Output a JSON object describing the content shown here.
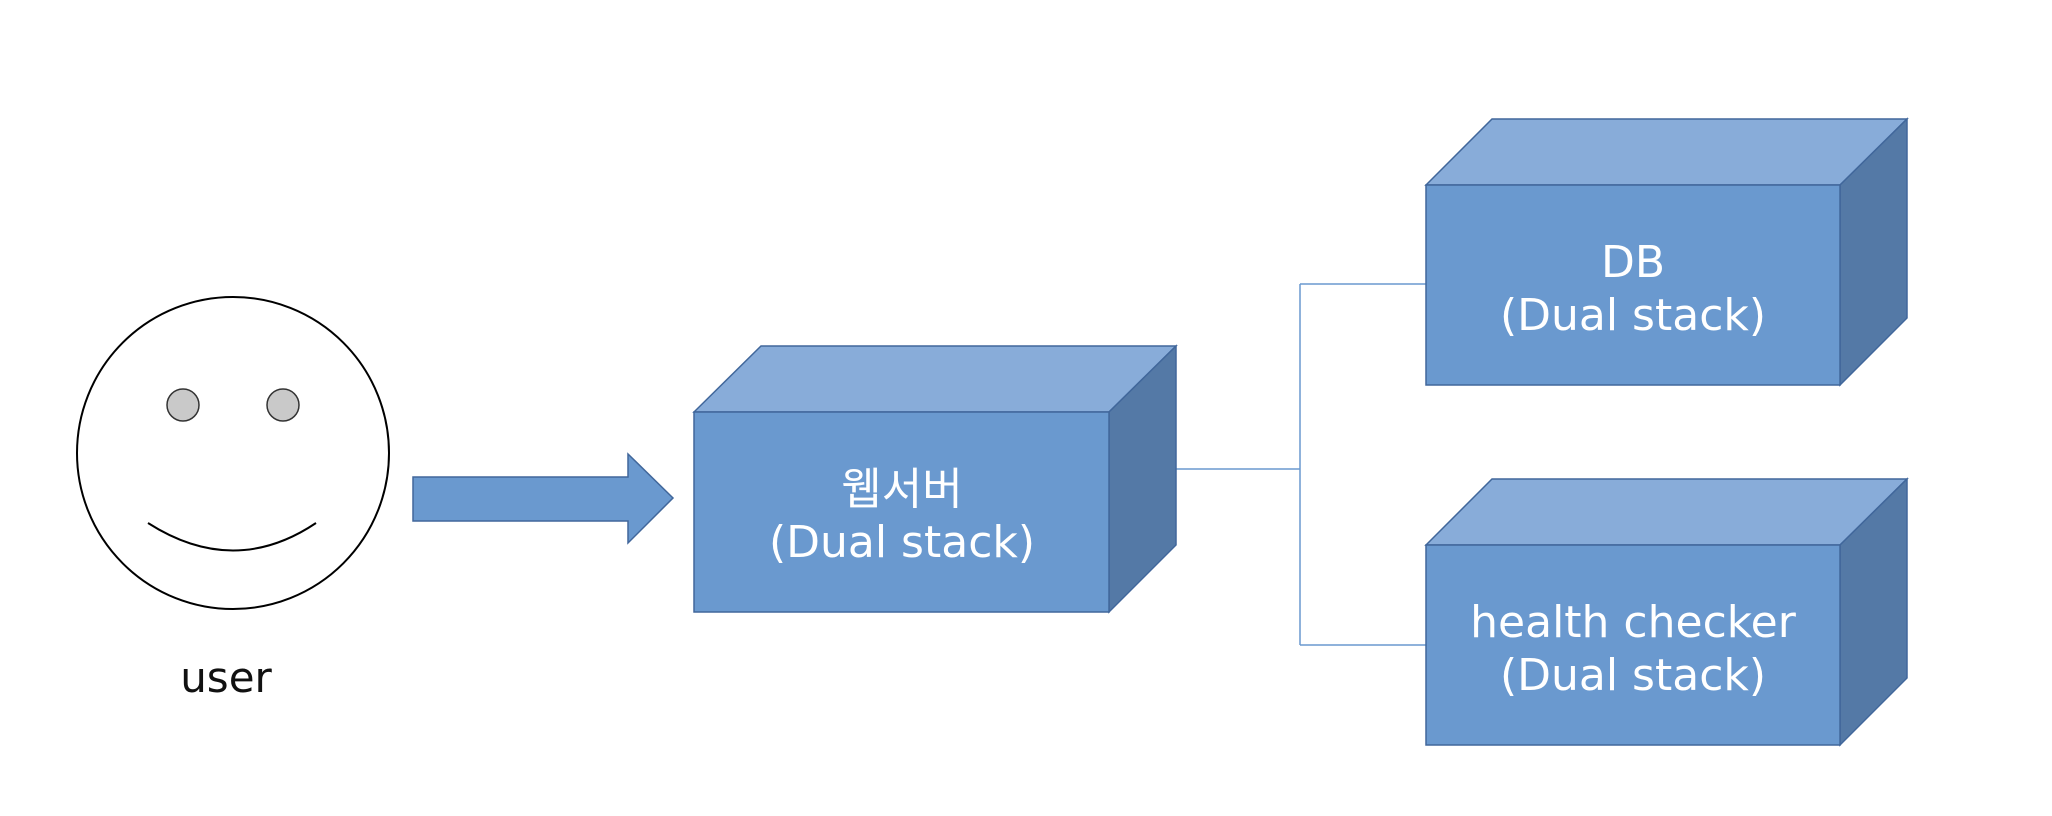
{
  "user": {
    "label": "user"
  },
  "nodes": {
    "webserver": {
      "title": "웹서버",
      "subtitle": "(Dual stack)"
    },
    "db": {
      "title": "DB",
      "subtitle": "(Dual stack)"
    },
    "health_checker": {
      "title": "health checker",
      "subtitle": "(Dual stack)"
    }
  },
  "colors": {
    "box_front": "#6A99CF",
    "box_top": "#88ACD9",
    "box_side": "#5479A6",
    "box_stroke": "#41679B",
    "arrow_fill": "#6A99CF",
    "connector": "#6A99CF",
    "face_stroke": "#000000",
    "eye_fill": "#C9C9C9"
  }
}
